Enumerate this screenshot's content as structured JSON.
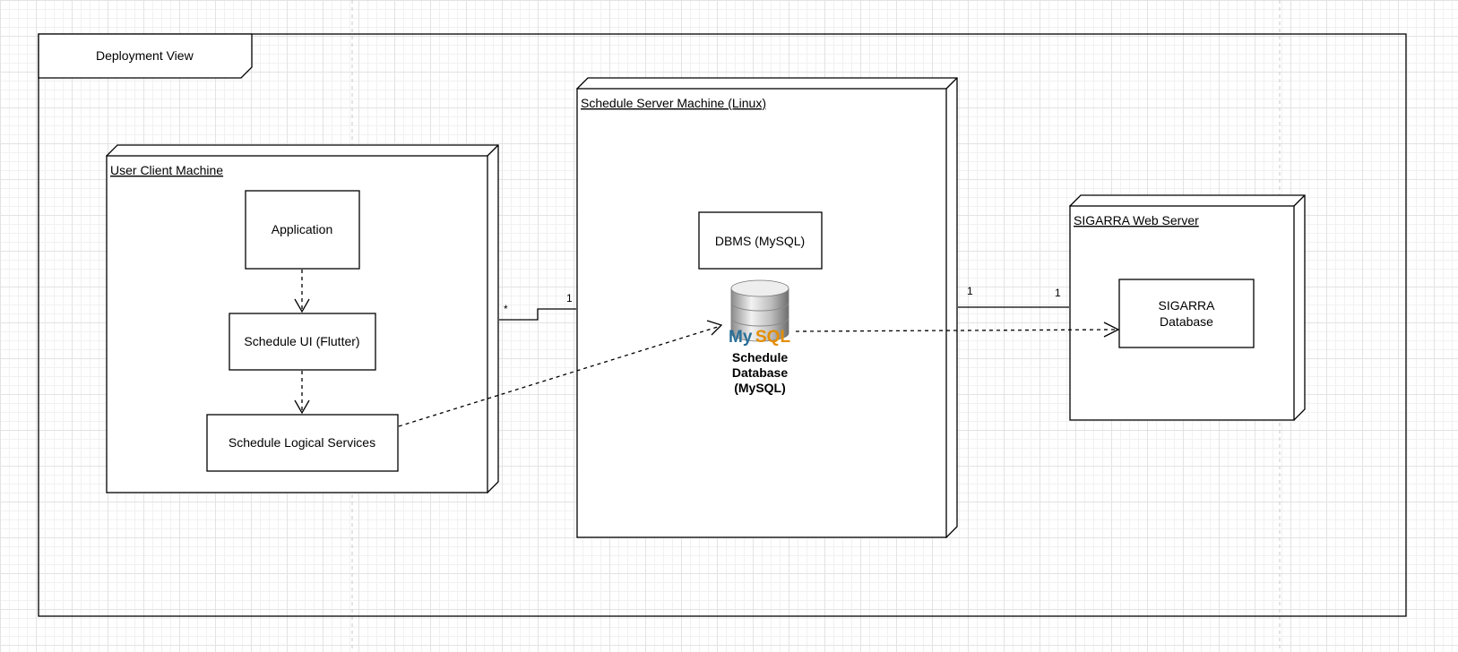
{
  "frame": {
    "title": "Deployment View"
  },
  "nodes": {
    "client": {
      "title": "User Client Machine"
    },
    "server": {
      "title": "Schedule Server Machine (Linux)"
    },
    "sigarra": {
      "title": "SIGARRA Web Server"
    }
  },
  "artifacts": {
    "application": "Application",
    "schedule_ui": "Schedule UI (Flutter)",
    "logical_services": "Schedule Logical Services",
    "dbms": "DBMS (MySQL)",
    "sigarra_db_line1": "SIGARRA",
    "sigarra_db_line2": "Database"
  },
  "database_icon": {
    "icon": "mysql-database-icon",
    "logo_text": "MySQL",
    "label_line1": "Schedule",
    "label_line2": "Database",
    "label_line3": "(MySQL)"
  },
  "multiplicities": {
    "client_side": "*",
    "server_left": "1",
    "server_right": "1",
    "sigarra_left": "1"
  },
  "colors": {
    "grid_major": "#e3e3e3",
    "grid_minor": "#f1f1f1",
    "db_silver": "#c8c8c8",
    "mysql_blue": "#2a6f97",
    "mysql_orange": "#e48e00"
  }
}
